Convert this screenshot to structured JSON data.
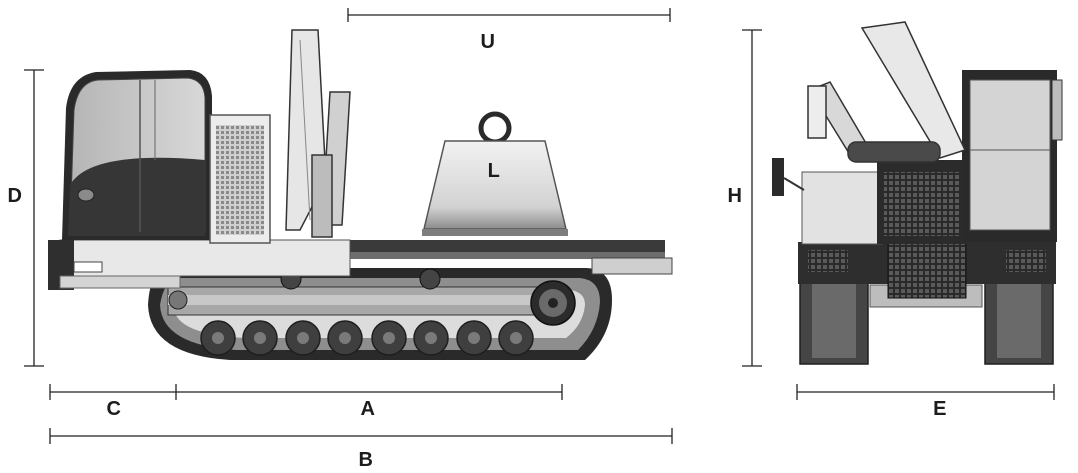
{
  "dimensions": {
    "U": "U",
    "L": "L",
    "D": "D",
    "H": "H",
    "C": "C",
    "A": "A",
    "B": "B",
    "E": "E"
  },
  "colors": {
    "line": "#222222",
    "body_light": "#e4e4e4",
    "body_mid": "#b9b9b9",
    "body_dark": "#3a3a3a",
    "track": "#2e2e2e",
    "wheel": "#4a4a4a",
    "weight": "#d8d8d8"
  }
}
